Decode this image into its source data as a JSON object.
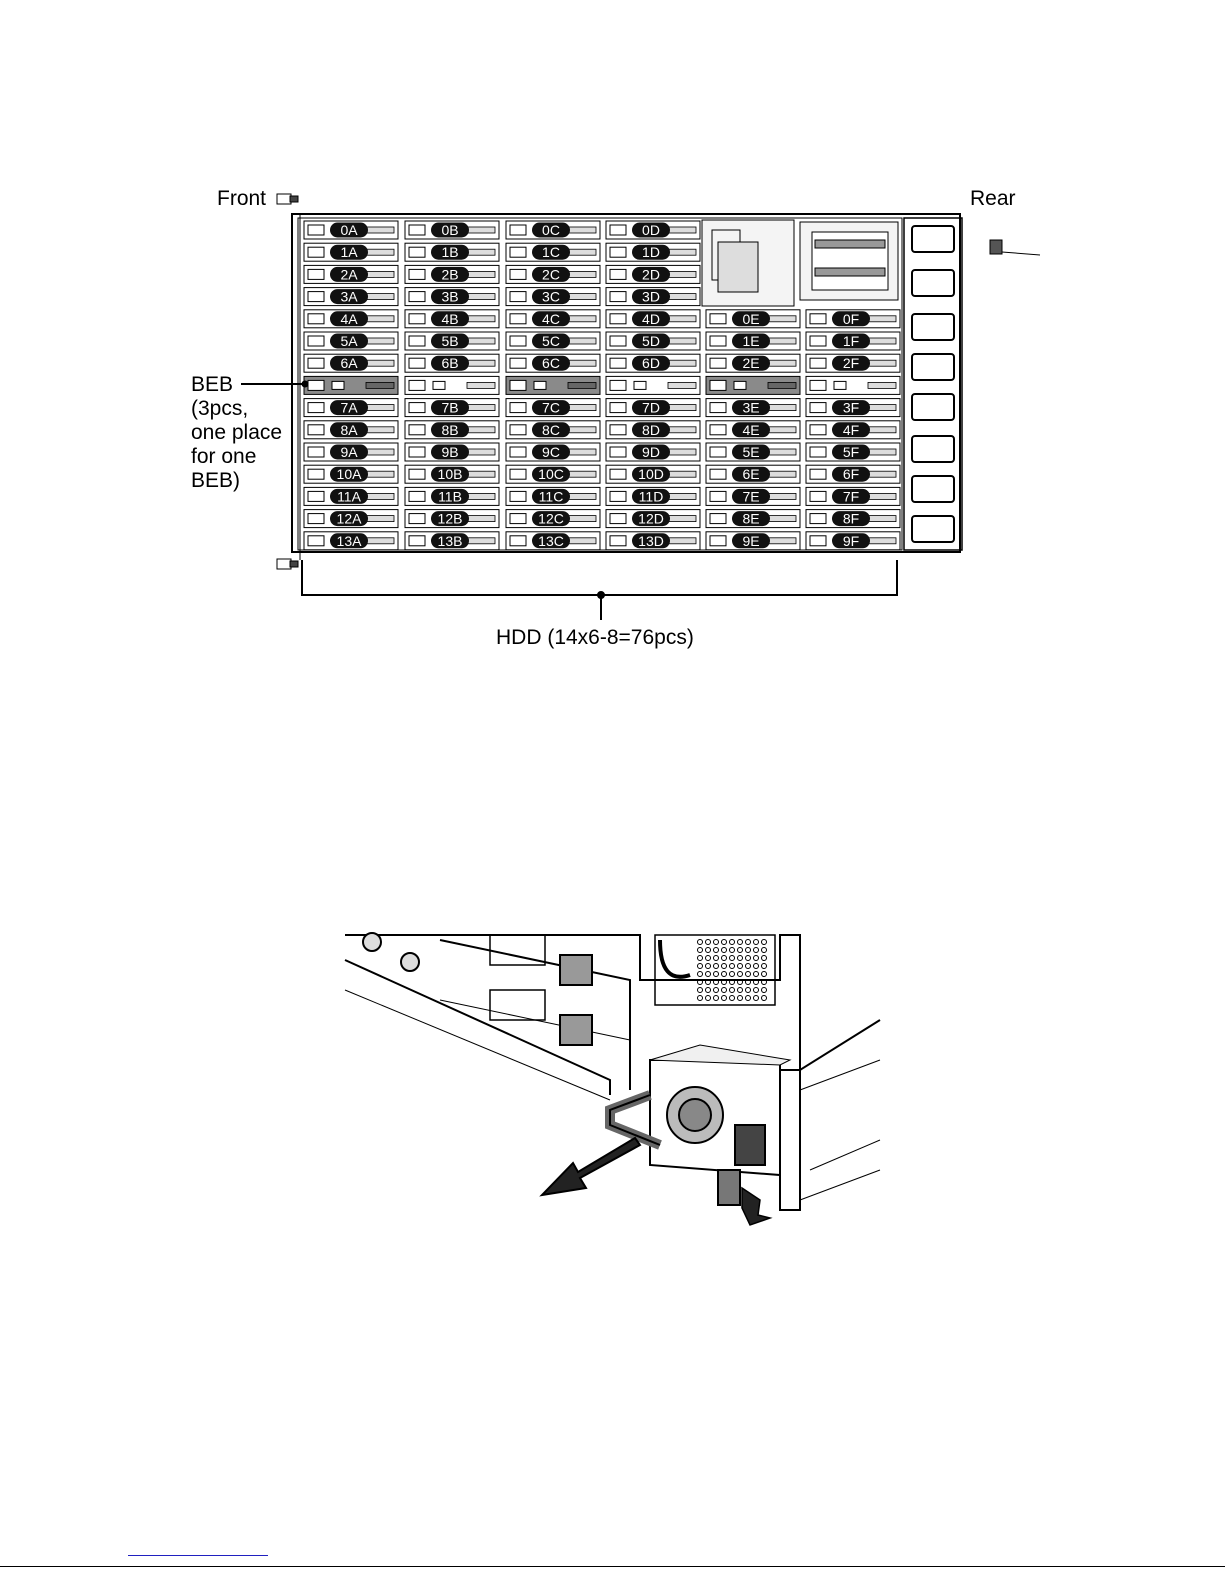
{
  "labels": {
    "front": "Front",
    "rear": "Rear",
    "beb_lines": [
      "BEB",
      "(3pcs,",
      "one place",
      "for one",
      "BEB)"
    ],
    "hdd": "HDD (14x6-8=76pcs)"
  },
  "grid": {
    "columns": [
      [
        "0A",
        "1A",
        "2A",
        "3A",
        "4A",
        "5A",
        "6A",
        "BEB",
        "7A",
        "8A",
        "9A",
        "10A",
        "11A",
        "12A",
        "13A"
      ],
      [
        "0B",
        "1B",
        "2B",
        "3B",
        "4B",
        "5B",
        "6B",
        "EMPTY",
        "7B",
        "8B",
        "9B",
        "10B",
        "11B",
        "12B",
        "13B"
      ],
      [
        "0C",
        "1C",
        "2C",
        "3C",
        "4C",
        "5C",
        "6C",
        "BEB",
        "7C",
        "8C",
        "9C",
        "10C",
        "11C",
        "12C",
        "13C"
      ],
      [
        "0D",
        "1D",
        "2D",
        "3D",
        "4D",
        "5D",
        "6D",
        "EMPTY",
        "7D",
        "8D",
        "9D",
        "10D",
        "11D",
        "12D",
        "13D"
      ],
      [
        "",
        "",
        "",
        "",
        "0E",
        "1E",
        "2E",
        "BEB",
        "3E",
        "4E",
        "5E",
        "6E",
        "7E",
        "8E",
        "9E"
      ],
      [
        "",
        "",
        "",
        "",
        "0F",
        "1F",
        "2F",
        "EMPTY",
        "3F",
        "4F",
        "5F",
        "6F",
        "7F",
        "8F",
        "9F"
      ]
    ]
  },
  "icons": {
    "arrow": "pull-arrow-icon",
    "push": "press-arrow-icon"
  }
}
